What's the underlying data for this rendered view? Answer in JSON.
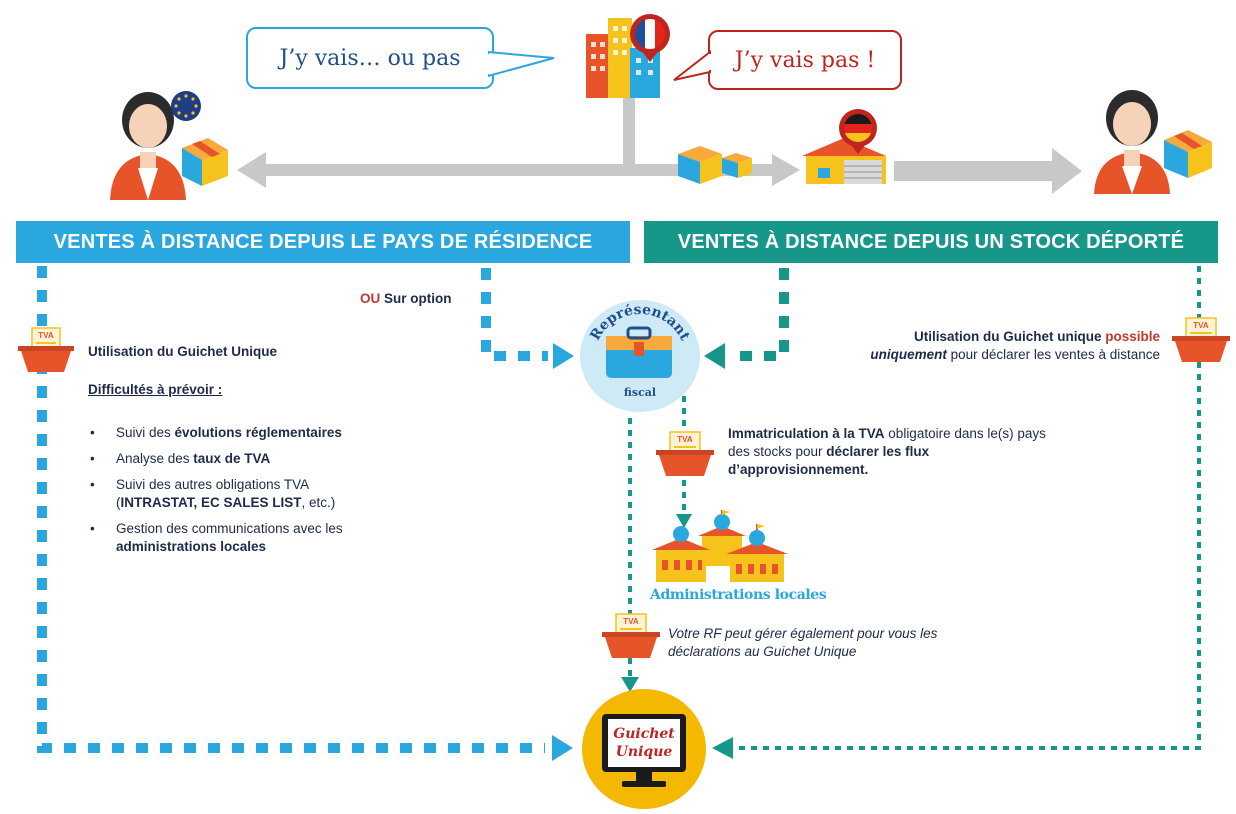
{
  "bubbles": {
    "left": "J’y vais…  ou pas",
    "right": "J’y vais pas !"
  },
  "banners": {
    "left": "VENTES À DISTANCE DEPUIS LE PAYS DE RÉSIDENCE",
    "right": "VENTES À DISTANCE DEPUIS UN STOCK DÉPORTÉ"
  },
  "left_panel": {
    "guichet_label": "Utilisation du Guichet Unique",
    "difficulties_title": "Difficultés à prévoir :",
    "items": [
      {
        "pre": "Suivi des ",
        "bold": "évolutions réglementaires",
        "post": ""
      },
      {
        "pre": "Analyse des ",
        "bold": "taux de TVA",
        "post": ""
      },
      {
        "pre": "Suivi des autres obligations TVA (",
        "bold": "INTRASTAT, EC SALES LIST",
        "post": ", etc.)"
      },
      {
        "pre": "Gestion des communications avec les ",
        "bold": "administrations locales",
        "post": ""
      }
    ]
  },
  "option": {
    "ou": "OU",
    "sur_option": " Sur option"
  },
  "representant": {
    "line1": "Représentant",
    "line2": "fiscal"
  },
  "right_panel": {
    "line1_bold": "Utilisation du Guichet unique ",
    "line1_red": "possible",
    "line2_bold": "uniquement",
    "line2_rest": " pour déclarer les ventes à distance"
  },
  "immatriculation": {
    "bold1": "Immatriculation à la TVA",
    "rest1": " obligatoire dans le(s) pays des stocks pour ",
    "bold2": "déclarer les flux d’approvisionnement."
  },
  "administrations": "Administrations locales",
  "votre_rf": "Votre RF peut gérer également pour vous les déclarations au Guichet Unique",
  "guichet_screen": {
    "line1": "Guichet",
    "line2": "Unique"
  },
  "tva_label": "TVA",
  "colors": {
    "blue": "#2aa7de",
    "teal": "#17978a",
    "orange": "#e8542a",
    "yellow": "#f5c31b",
    "red": "#c0241e",
    "navy": "#1e2a4a"
  }
}
